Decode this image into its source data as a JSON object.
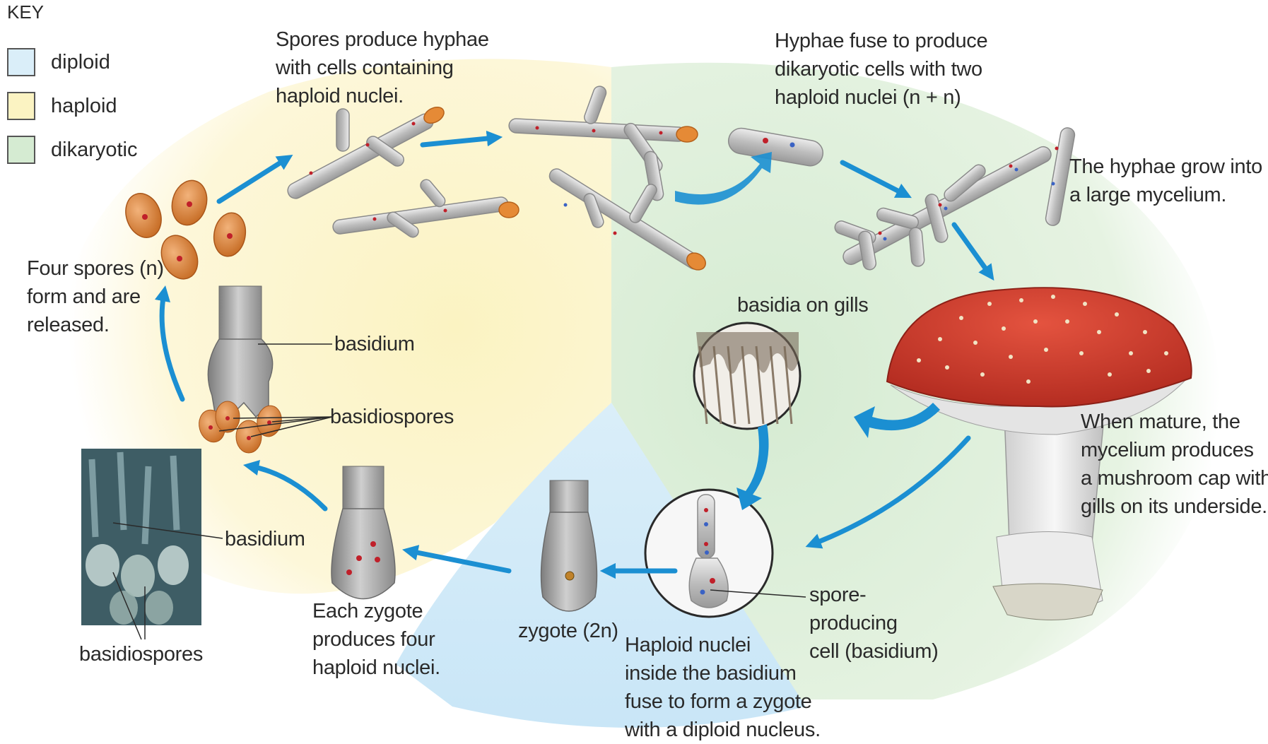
{
  "key": {
    "title": "KEY",
    "items": [
      {
        "label": "diploid",
        "color": "#daeef9"
      },
      {
        "label": "haploid",
        "color": "#fbf3c2"
      },
      {
        "label": "dikaryotic",
        "color": "#d5ebd2"
      }
    ]
  },
  "labels": {
    "spores_hyphae": [
      "Spores produce hyphae",
      "with cells containing",
      "haploid nuclei."
    ],
    "hyphae_fuse": [
      "Hyphae fuse to produce",
      "dikaryotic cells with two",
      "haploid nuclei (n + n)"
    ],
    "mycelium": [
      "The hyphae grow into",
      "a large mycelium."
    ],
    "four_spores": [
      "Four spores (n)",
      "form and are",
      "released."
    ],
    "basidium_top": "basidium",
    "basidiospores_top": "basidiospores",
    "basidia_on_gills": "basidia on gills",
    "mature": [
      "When mature, the",
      "mycelium produces",
      "a mushroom cap with",
      "gills on its underside."
    ],
    "basidium_photo": "basidium",
    "basidiospores_photo": "basidiospores",
    "each_zygote": [
      "Each zygote",
      "produces four",
      "haploid nuclei."
    ],
    "zygote": "zygote (2n)",
    "haploid_fuse": [
      "Haploid nuclei",
      "inside the basidium",
      "fuse to form a zygote",
      "with a diploid nucleus."
    ],
    "spore_cell": [
      "spore-",
      "producing",
      "cell (basidium)"
    ]
  },
  "colors": {
    "arrow": "#1b8fd2",
    "spore": "#d9823b",
    "hypha": "#d9d9d9",
    "cap": "#d6372b"
  }
}
